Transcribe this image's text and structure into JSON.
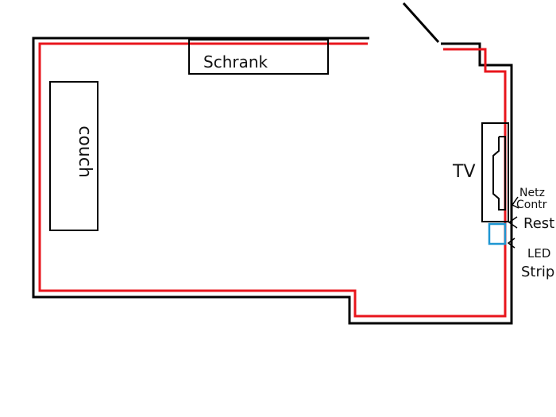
{
  "colors": {
    "wall": "#000000",
    "led_line": "#e8151c",
    "controller_box": "#1e96d2",
    "background": "#ffffff"
  },
  "labels": {
    "cabinet": "Schrank",
    "couch": "couch",
    "tv": "TV",
    "controller_line1": "Netz",
    "controller_line2": "Contr",
    "rest": "Rest",
    "led_line1": "LED",
    "led_line2": "Strip"
  }
}
